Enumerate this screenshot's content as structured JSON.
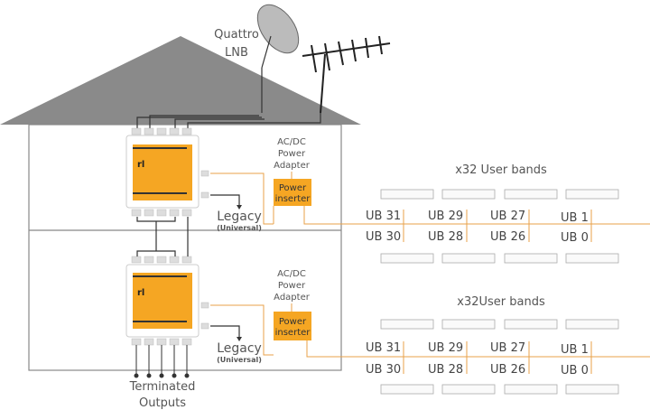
{
  "labels": {
    "lnb": [
      "Quattro",
      "LNB"
    ],
    "adapter_top": [
      "AC/DC",
      "Power",
      "Adapter"
    ],
    "adapter_bottom": [
      "AC/DC",
      "Power",
      "Adapter"
    ],
    "inserter_top": [
      "Power",
      "inserter"
    ],
    "inserter_bottom": [
      "Power",
      "inserter"
    ],
    "legacy_top": [
      "Legacy",
      "(Universal)"
    ],
    "legacy_bottom": [
      "Legacy",
      "(Universal)"
    ],
    "terminated": [
      "Terminated",
      "Outputs"
    ],
    "bands_top": "x32 User bands",
    "bands_bottom": "x32User bands"
  },
  "user_bands": {
    "upper": [
      "UB 31",
      "UB 29",
      "UB 27",
      "UB 1"
    ],
    "lower": [
      "UB 30",
      "UB 28",
      "UB 26",
      "UB 0"
    ]
  },
  "colors": {
    "orange": "#f5a623",
    "roof": "#8a8a8a",
    "wire_orange": "#e8a24a"
  }
}
